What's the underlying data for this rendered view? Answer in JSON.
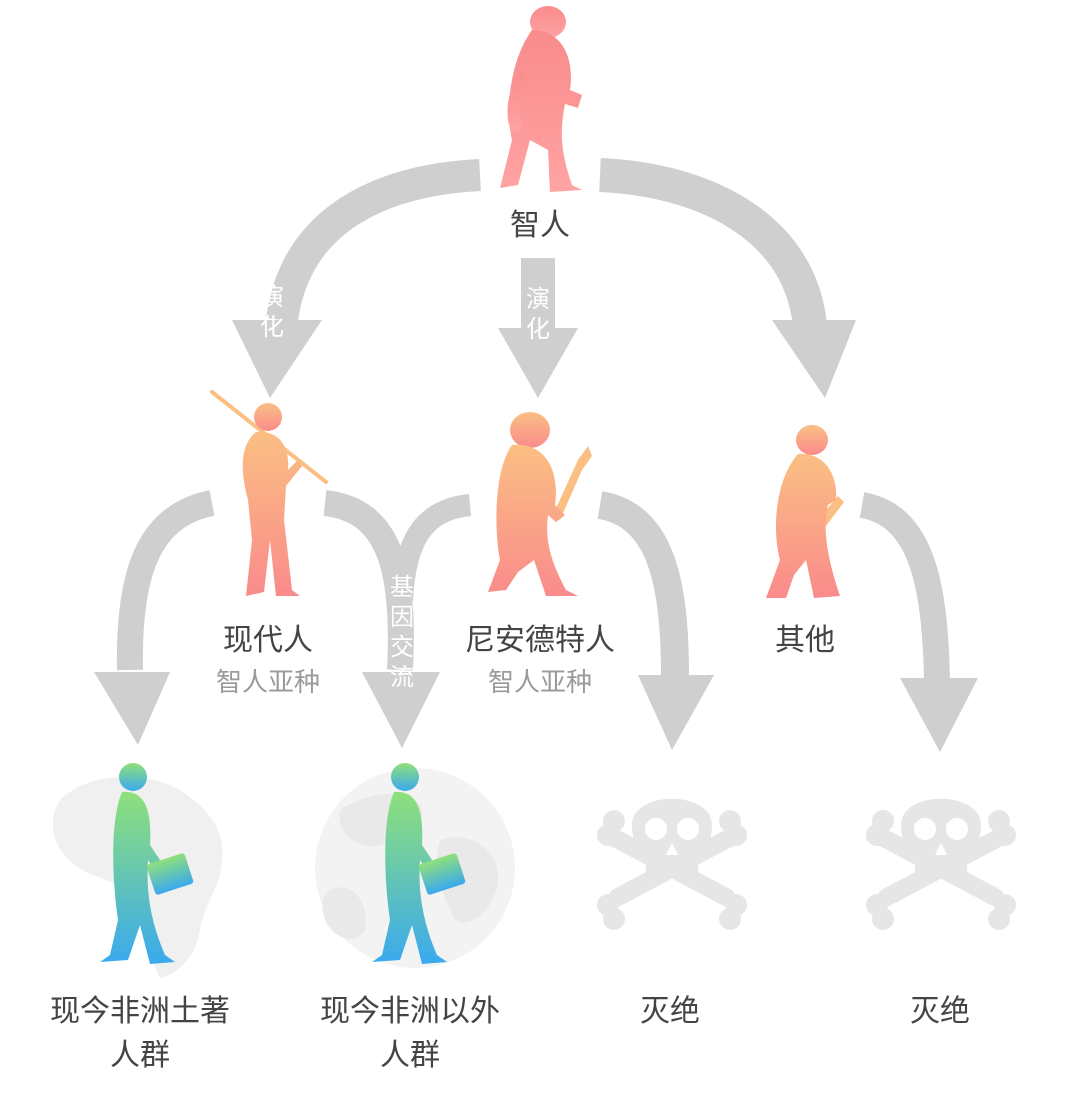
{
  "root": {
    "label": "智人"
  },
  "arrows": {
    "left_label": "演化",
    "middle_label": "演化",
    "gene_flow_label": "基因交流"
  },
  "branches": [
    {
      "label": "现代人",
      "sublabel": "智人亚种"
    },
    {
      "label": "尼安德特人",
      "sublabel": "智人亚种"
    },
    {
      "label": "其他"
    }
  ],
  "outcomes": [
    {
      "line1": "现今非洲土著",
      "line2": "人群"
    },
    {
      "line1": "现今非洲以外",
      "line2": "人群"
    },
    {
      "line1": "灭绝"
    },
    {
      "line1": "灭绝"
    }
  ],
  "colors": {
    "arrow": "#cfcfcf",
    "ape_top": "#f98b8b",
    "hominin_top": "#fbbf83",
    "hominin_bottom": "#f98b8b",
    "human_top": "#8fe07a",
    "human_bottom": "#3aa9ee",
    "skull": "#e6e6e6",
    "map": "#f0f0f0"
  }
}
